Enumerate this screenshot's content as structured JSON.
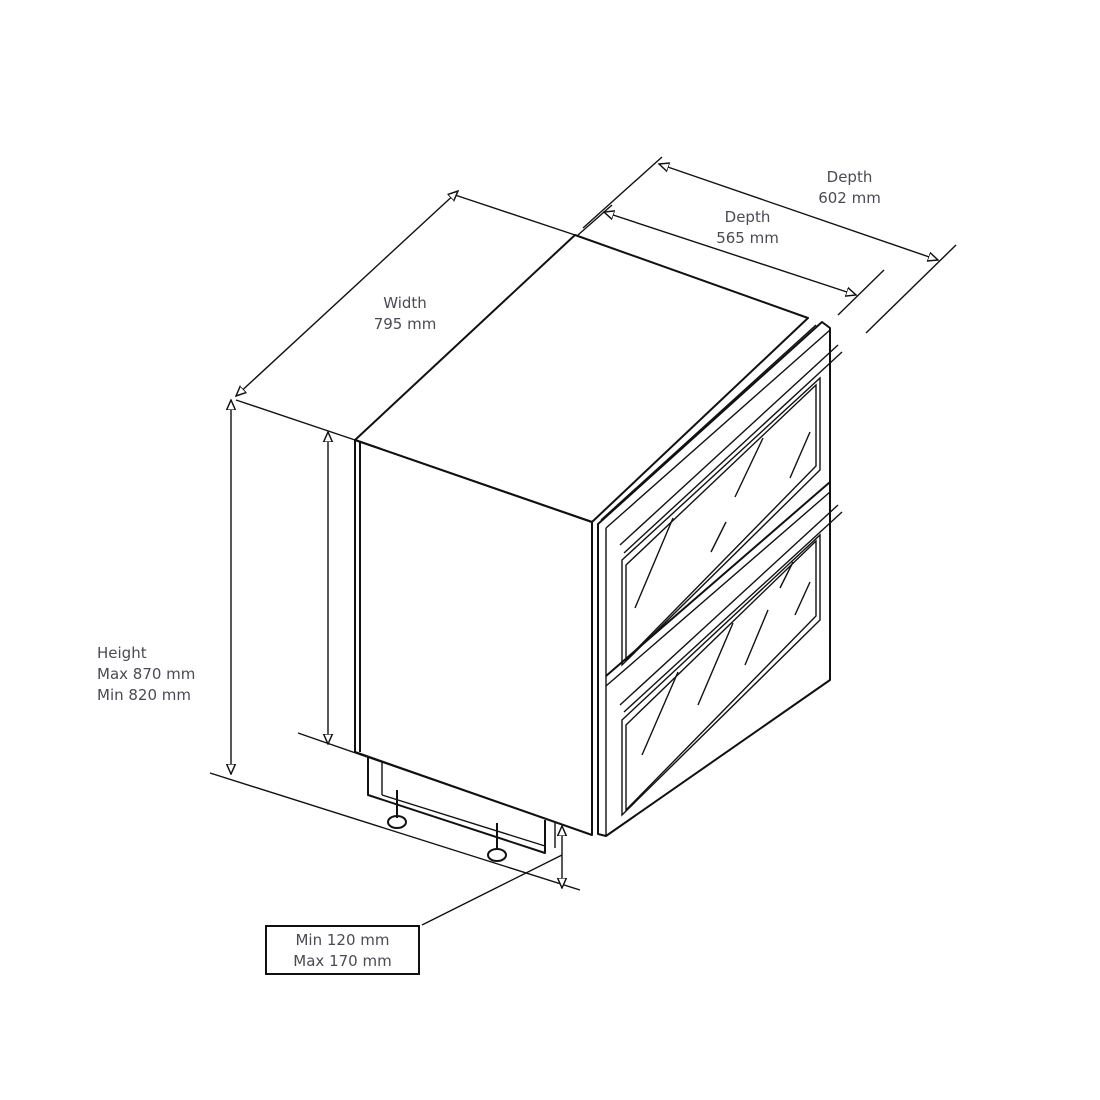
{
  "title": "Dual-drawer under-bench appliance dimensions",
  "dimensions": {
    "width": {
      "label": "Width",
      "value": "795 mm"
    },
    "depth_body": {
      "label": "Depth",
      "value": "565 mm"
    },
    "depth_total": {
      "label": "Depth",
      "value": "602 mm"
    },
    "height": {
      "label": "Height",
      "max": "Max 870 mm",
      "min": "Min 820 mm"
    },
    "plinth": {
      "min": "Min 120 mm",
      "max": "Max 170 mm"
    }
  },
  "colors": {
    "line": "#111111",
    "text": "#4a4a55"
  }
}
